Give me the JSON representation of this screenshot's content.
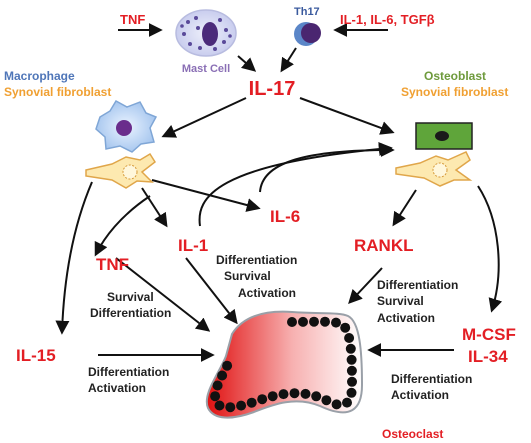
{
  "labels": {
    "tnf_top": "TNF",
    "mast_cell": "Mast Cell",
    "th17": "Th17",
    "inducers": "IL-1, IL-6, TGFβ",
    "macrophage": "Macrophage",
    "synovial_fibroblast_left": "Synovial fibroblast",
    "osteoblast": "Osteoblast",
    "synovial_fibroblast_right": "Synovial fibroblast",
    "il17": "IL-17",
    "il6": "IL-6",
    "il1": "IL-1",
    "tnf_mid": "TNF",
    "rankl": "RANKL",
    "il15": "IL-15",
    "mcsf": "M-CSF",
    "il34": "IL-34",
    "osteoclast": "Osteoclast",
    "il1_effect": [
      "Differentiation",
      "Survival",
      "Activation"
    ],
    "tnf_effect": [
      "Survival",
      "Differentiation"
    ],
    "rankl_effect": [
      "Differentiation",
      "Survival",
      "Activation"
    ],
    "il15_effect": [
      "Differentiation",
      "Activation"
    ],
    "mcsf_effect": [
      "Differentiation",
      "Activation"
    ]
  },
  "colors": {
    "cytokine": "#e31e24",
    "macrophage": "#4f76b8",
    "fibroblast": "#f0a032",
    "osteoblast": "#6e9a3c",
    "mast_cell": "#8a6fb5"
  }
}
